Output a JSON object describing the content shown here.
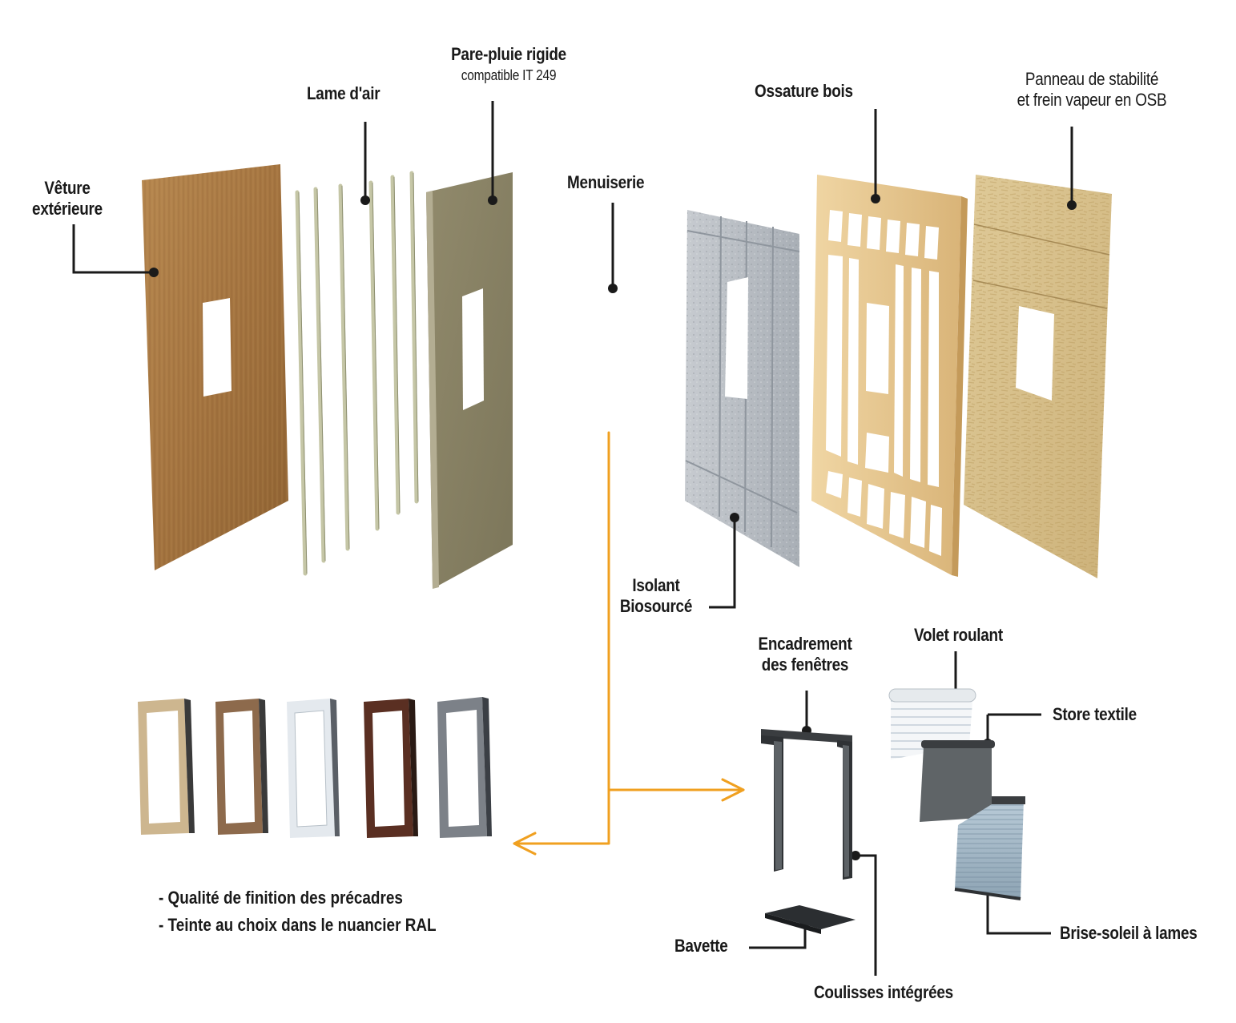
{
  "labels": {
    "veture": [
      "Vêture",
      "extérieure"
    ],
    "lame_air": "Lame d'air",
    "pare_pluie": "Pare-pluie rigide",
    "pare_pluie_sub": "compatible IT 249",
    "menuiserie": "Menuiserie",
    "ossature": "Ossature bois",
    "panneau": [
      "Panneau de stabilité",
      "et frein vapeur en OSB"
    ],
    "isolant": [
      "Isolant",
      "Biosourcé"
    ],
    "encadrement": [
      "Encadrement",
      "des fenêtres"
    ],
    "volet": "Volet roulant",
    "store": "Store textile",
    "brise_soleil": "Brise-soleil à lames",
    "bavette": "Bavette",
    "coulisses": "Coulisses intégrées"
  },
  "notes": [
    "- Qualité de finition des précadres",
    "- Teinte au choix dans le nuancier RAL"
  ],
  "colors": {
    "leader": "#1a1a1a",
    "arrow": "#f0a020",
    "veture": "#a87a45",
    "pare_pluie": "#8a8468",
    "osb": "#d8c28e",
    "wood_frame": "#e7c890",
    "insulation": "#b9bec4"
  },
  "window_finishes": [
    "beige",
    "wood-brown",
    "white",
    "dark-brown",
    "grey"
  ]
}
